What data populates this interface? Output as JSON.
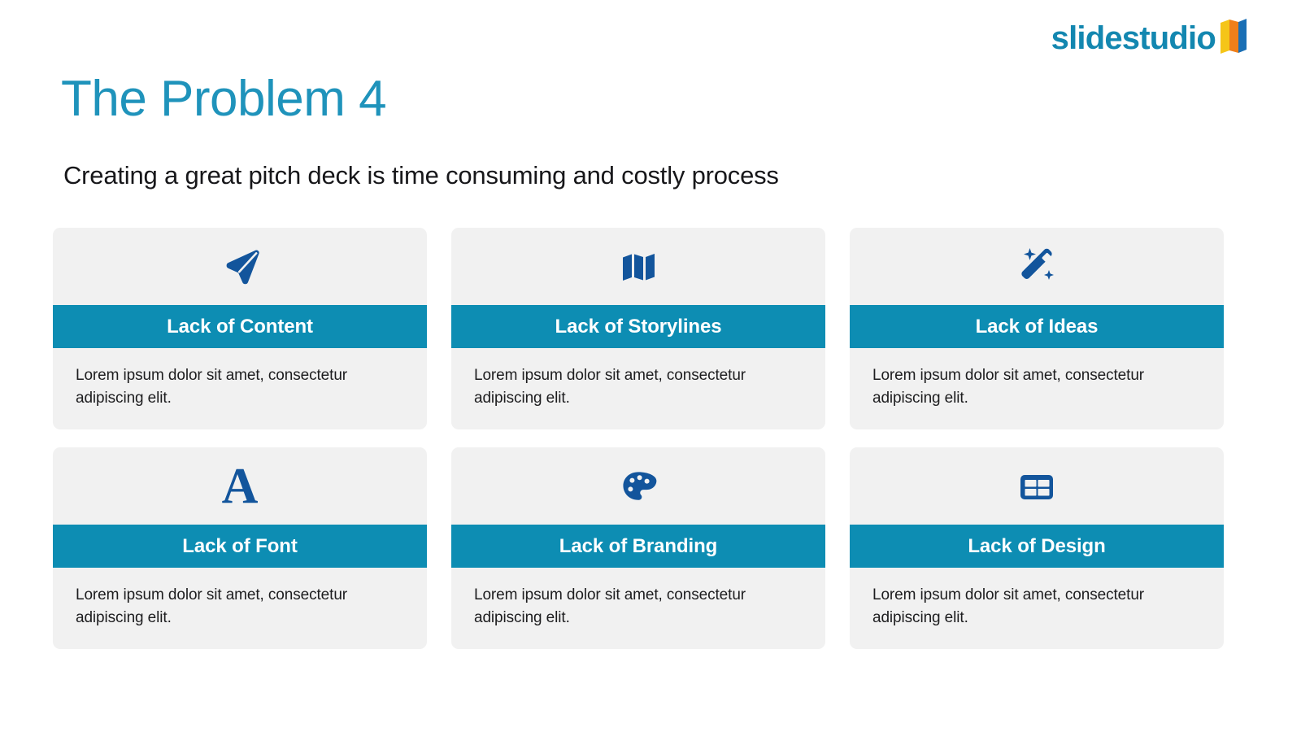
{
  "brand": {
    "logo_text": "slidestudio",
    "logo_color": "#1387b0",
    "logo_mark_colors": [
      "#f5c518",
      "#ef7f1a",
      "#1a6fb5"
    ],
    "logo_mark_name": "open-book-mark"
  },
  "header": {
    "title": "The Problem 4",
    "title_color": "#1f93bb",
    "subtitle": "Creating a great pitch deck is time consuming and costly process",
    "subtitle_color": "#17171a"
  },
  "theme": {
    "band_color": "#0d8db3",
    "card_bg": "#f1f1f1",
    "icon_color": "#13559c",
    "page_bg": "#ffffff"
  },
  "cards": [
    {
      "icon": "paper-plane-icon",
      "title": "Lack of Content",
      "body": "Lorem ipsum dolor sit amet, consectetur adipiscing elit."
    },
    {
      "icon": "folded-map-icon",
      "title": "Lack of Storylines",
      "body": "Lorem ipsum dolor sit amet, consectetur adipiscing elit."
    },
    {
      "icon": "magic-wand-icon",
      "title": "Lack of Ideas",
      "body": "Lorem ipsum dolor sit amet, consectetur adipiscing elit."
    },
    {
      "icon": "letter-a-icon",
      "title": "Lack of Font",
      "body": "Lorem ipsum dolor sit amet, consectetur adipiscing elit."
    },
    {
      "icon": "paint-palette-icon",
      "title": "Lack of Branding",
      "body": "Lorem ipsum dolor sit amet, consectetur adipiscing elit."
    },
    {
      "icon": "table-grid-icon",
      "title": "Lack of Design",
      "body": "Lorem ipsum dolor sit amet, consectetur adipiscing elit."
    }
  ]
}
